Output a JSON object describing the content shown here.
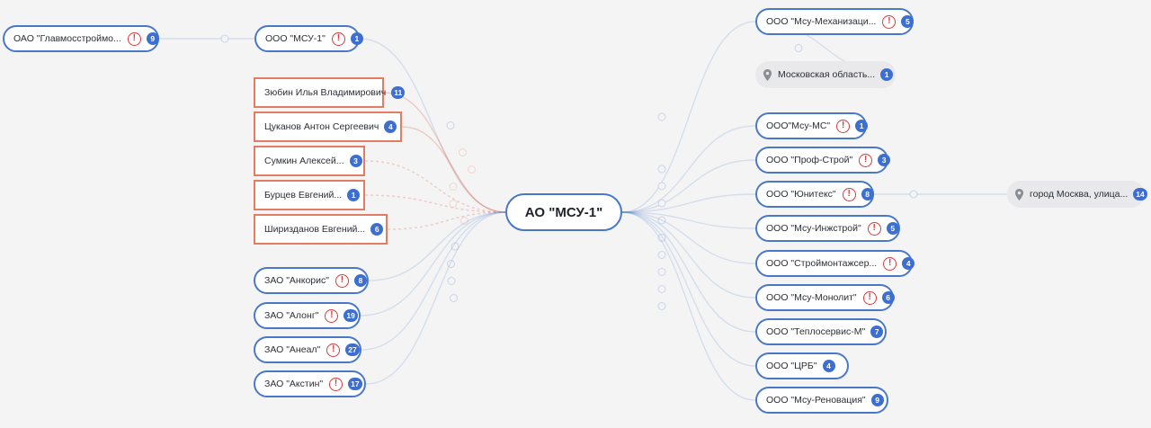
{
  "colors": {
    "company_border": "#4a78c9",
    "person_border": "#e47c64",
    "badge": "#3d6fd1",
    "warning": "#d9393c",
    "address_bg": "#e9e9ec"
  },
  "center": {
    "label": "АО \"МСУ-1\""
  },
  "nodes": [
    {
      "id": "glavmos",
      "type": "company",
      "label": "ОАО \"Главмосстроймо...",
      "warning": true,
      "count": 9
    },
    {
      "id": "msu1",
      "type": "company",
      "label": "ООО \"МСУ-1\"",
      "warning": true,
      "count": 1
    },
    {
      "id": "zyubin",
      "type": "person",
      "label": "Зюбин Илья Владимирович",
      "warning": false,
      "count": 11
    },
    {
      "id": "tsukanov",
      "type": "person",
      "label": "Цуканов Антон Сергеевич",
      "warning": false,
      "count": 4
    },
    {
      "id": "sumkin",
      "type": "person",
      "label": "Сумкин Алексей...",
      "warning": false,
      "count": 3
    },
    {
      "id": "burtsev",
      "type": "person",
      "label": "Бурцев Евгений...",
      "warning": false,
      "count": 1
    },
    {
      "id": "shirizdanov",
      "type": "person",
      "label": "Ширизданов Евгений...",
      "warning": false,
      "count": 6
    },
    {
      "id": "ankoris",
      "type": "company",
      "label": "ЗАО \"Анкорис\"",
      "warning": true,
      "count": 8
    },
    {
      "id": "along",
      "type": "company",
      "label": "ЗАО \"Алонг\"",
      "warning": true,
      "count": 19
    },
    {
      "id": "aneal",
      "type": "company",
      "label": "ЗАО \"Анеал\"",
      "warning": true,
      "count": 27
    },
    {
      "id": "akstin",
      "type": "company",
      "label": "ЗАО \"Акстин\"",
      "warning": true,
      "count": 17
    },
    {
      "id": "mekh",
      "type": "company",
      "label": "ООО \"Мсу-Механизаци...",
      "warning": true,
      "count": 5
    },
    {
      "id": "mosobl",
      "type": "address",
      "label": "Московская область...",
      "warning": false,
      "count": 1
    },
    {
      "id": "msums",
      "type": "company",
      "label": "ООО\"Мсу-МС\"",
      "warning": true,
      "count": 1
    },
    {
      "id": "profstroy",
      "type": "company",
      "label": "ООО \"Проф-Строй\"",
      "warning": true,
      "count": 3
    },
    {
      "id": "yuniteks",
      "type": "company",
      "label": "ООО \"Юнитекс\"",
      "warning": true,
      "count": 8
    },
    {
      "id": "inzh",
      "type": "company",
      "label": "ООО \"Мсу-Инжстрой\"",
      "warning": true,
      "count": 5
    },
    {
      "id": "stroymont",
      "type": "company",
      "label": "ООО \"Строймонтажсер...",
      "warning": true,
      "count": 4
    },
    {
      "id": "monolit",
      "type": "company",
      "label": "ООО \"Мсу-Монолит\"",
      "warning": true,
      "count": 6
    },
    {
      "id": "teplo",
      "type": "company",
      "label": "ООО \"Теплосервис-М\"",
      "warning": false,
      "count": 7
    },
    {
      "id": "tsrb",
      "type": "company",
      "label": "ООО \"ЦРБ\"",
      "warning": false,
      "count": 4
    },
    {
      "id": "renov",
      "type": "company",
      "label": "ООО \"Мсу-Реновация\"",
      "warning": false,
      "count": 9
    },
    {
      "id": "mosgorod",
      "type": "address",
      "label": "город Москва, улица...",
      "warning": false,
      "count": 14
    }
  ]
}
